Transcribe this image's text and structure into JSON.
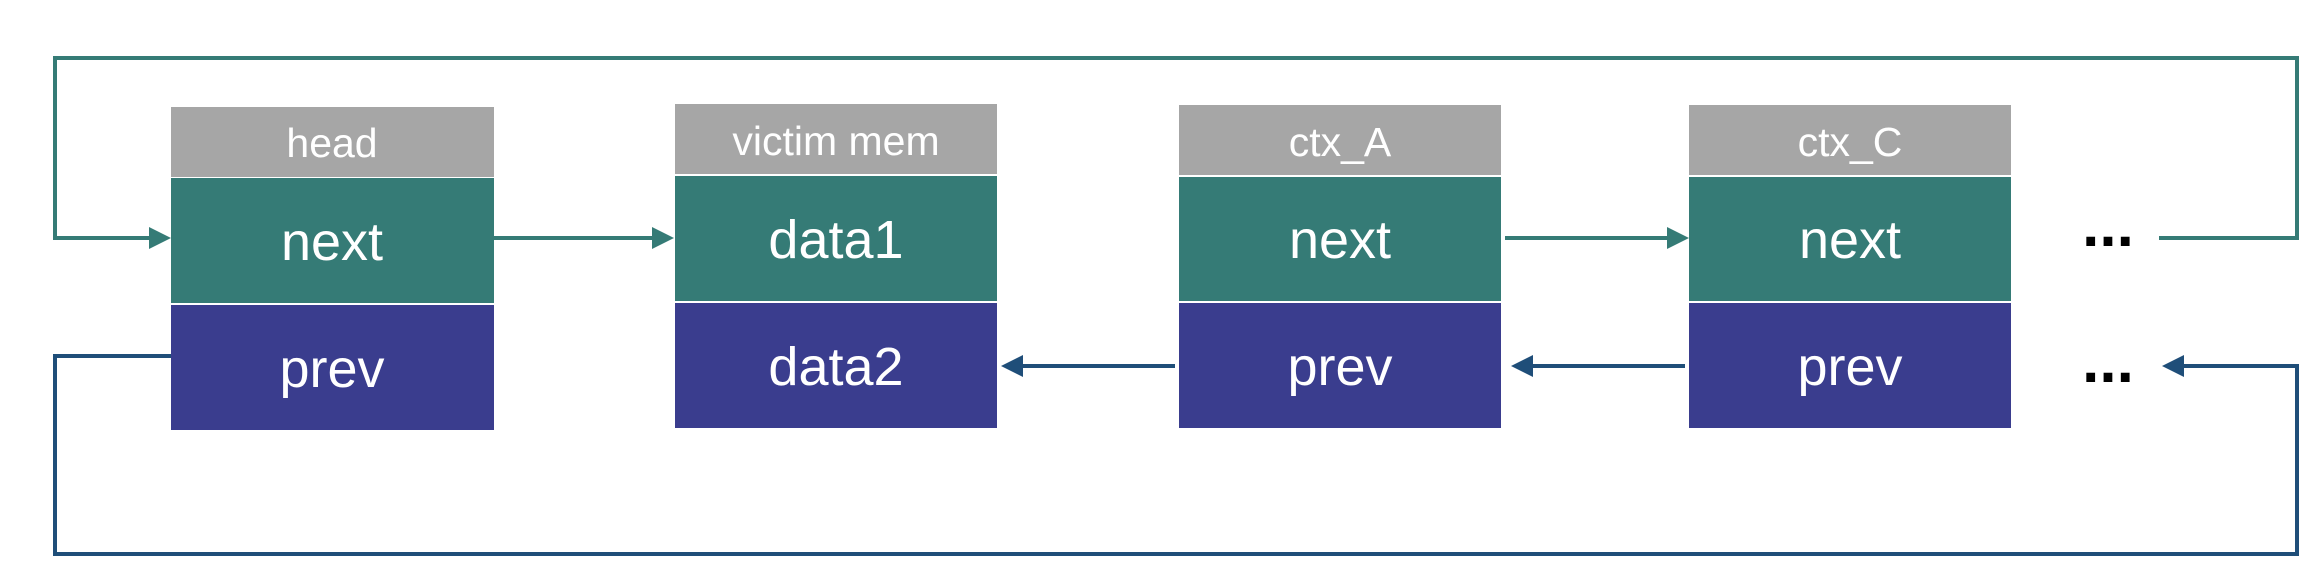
{
  "nodes": [
    {
      "header": "head",
      "top": "next",
      "bottom": "prev"
    },
    {
      "header": "victim mem",
      "top": "data1",
      "bottom": "data2"
    },
    {
      "header": "ctx_A",
      "top": "next",
      "bottom": "prev"
    },
    {
      "header": "ctx_C",
      "top": "next",
      "bottom": "prev"
    }
  ],
  "ellipsis": {
    "top": "...",
    "bottom": "..."
  },
  "colors": {
    "header": "#a6a6a6",
    "next_cell": "#357b76",
    "prev_cell": "#3a3d8e",
    "next_arrow": "#357b76",
    "prev_arrow": "#1f4e79"
  }
}
